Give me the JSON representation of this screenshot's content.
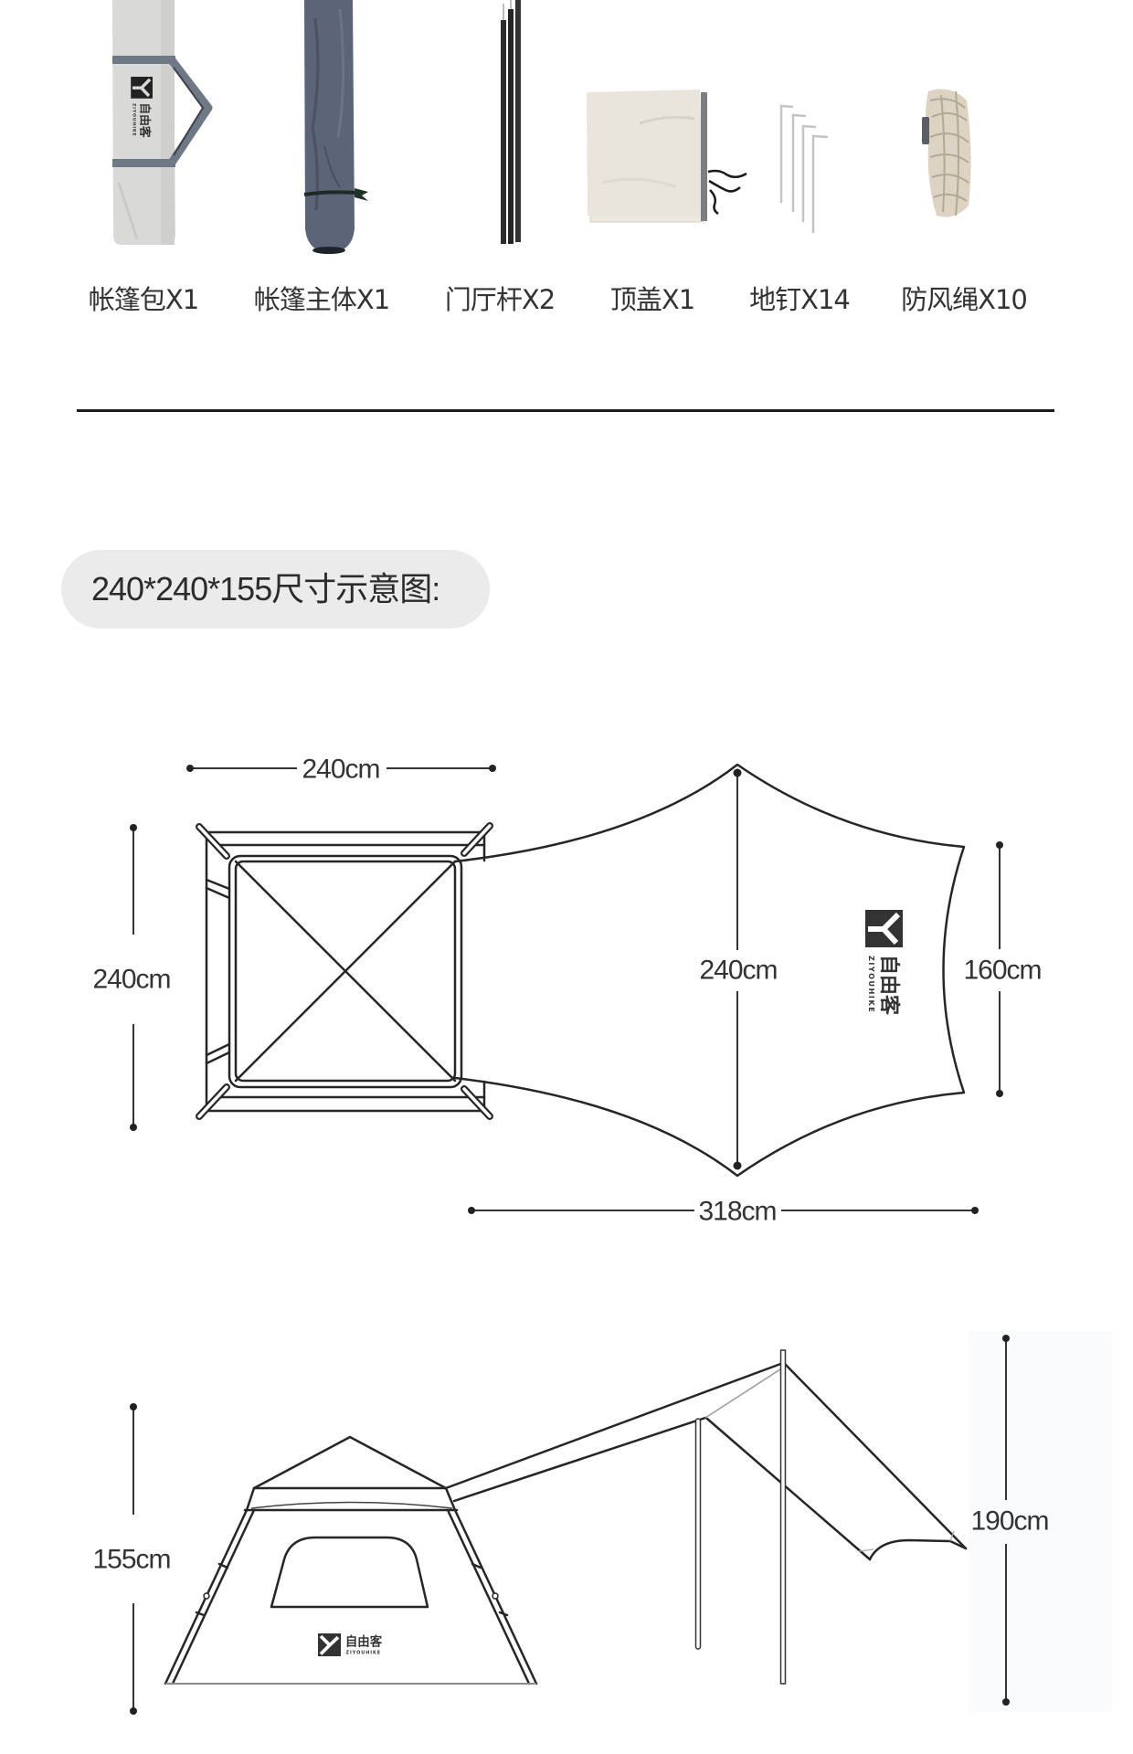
{
  "package_contents": {
    "items": [
      {
        "label": "帐篷包X1"
      },
      {
        "label": "帐篷主体X1"
      },
      {
        "label": "门厅杆X2"
      },
      {
        "label": "顶盖X1"
      },
      {
        "label": "地钉X14"
      },
      {
        "label": "防风绳X10"
      }
    ]
  },
  "dimension_title": "240*240*155尺寸示意图:",
  "top_view": {
    "tent_width": "240cm",
    "tent_depth": "240cm",
    "tarp_width": "240cm",
    "tarp_end_width": "160cm",
    "total_length": "318cm"
  },
  "side_view": {
    "tent_height": "155cm",
    "pole_height": "190cm"
  },
  "brand": {
    "name_cn": "自由客",
    "name_en": "ZIYOUHIKE"
  },
  "colors": {
    "pill_bg": "#ebebeb",
    "line": "#262626",
    "text": "#333333",
    "bag": "#d9d9d7",
    "bag_strap": "#6f7885",
    "tent_body": "#5c6477",
    "cover": "#e9e5dc",
    "rope": "#dcd3c2"
  }
}
